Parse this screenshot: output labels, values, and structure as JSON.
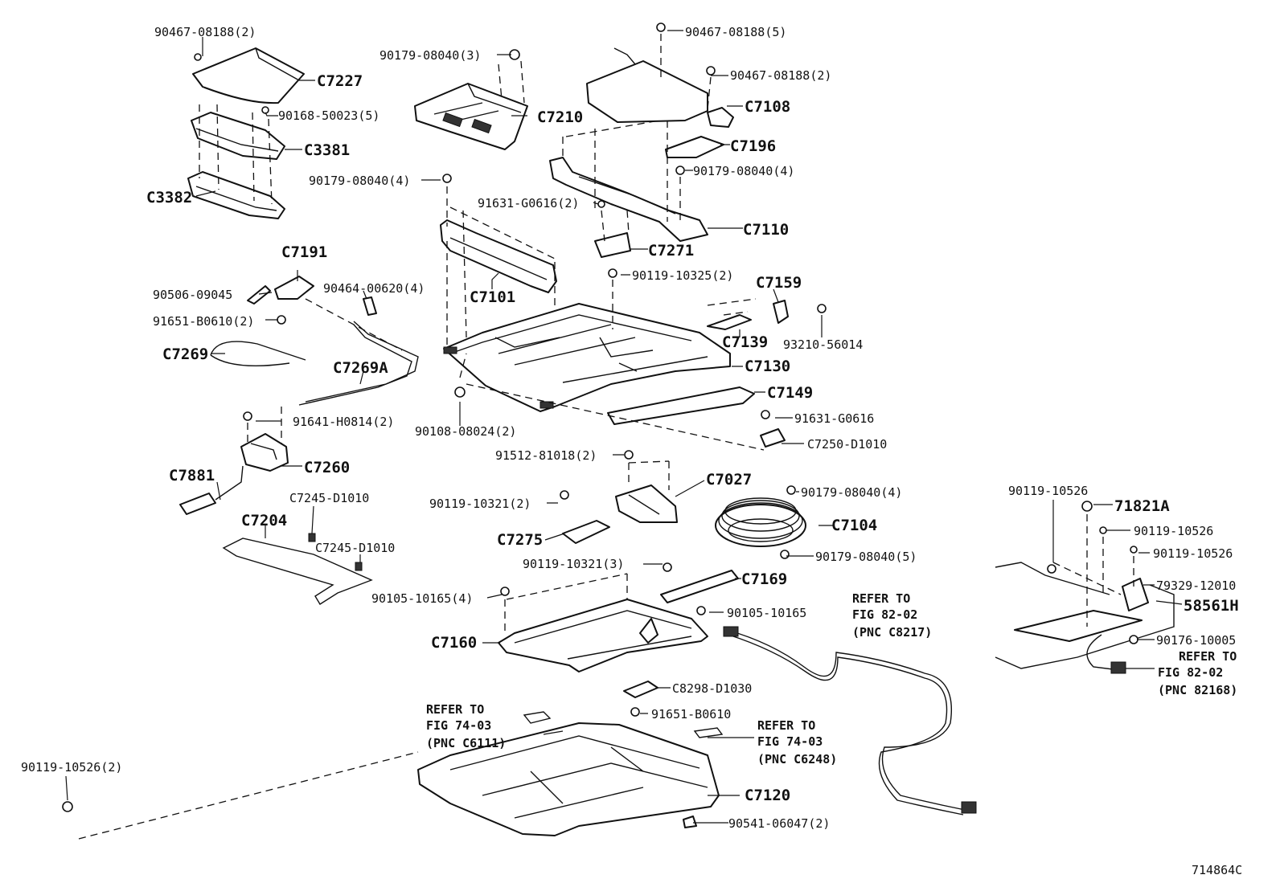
{
  "diagram": {
    "figure_id": "714864C",
    "labels": {
      "l_90467_08188_2a": "90467-08188(2)",
      "l_C7227": "C7227",
      "l_90168_50023_5": "90168-50023(5)",
      "l_C3381": "C3381",
      "l_C3382": "C3382",
      "l_90179_08040_3": "90179-08040(3)",
      "l_C7210": "C7210",
      "l_90179_08040_4a": "90179-08040(4)",
      "l_90467_08188_5": "90467-08188(5)",
      "l_90467_08188_2b": "90467-08188(2)",
      "l_C7108": "C7108",
      "l_C7196": "C7196",
      "l_90179_08040_4b": "90179-08040(4)",
      "l_91631_G0616_2": "91631-G0616(2)",
      "l_C7110": "C7110",
      "l_C7271": "C7271",
      "l_C7191": "C7191",
      "l_90506_09045": "90506-09045",
      "l_90464_00620_4": "90464-00620(4)",
      "l_C7101": "C7101",
      "l_90119_10325_2": "90119-10325(2)",
      "l_C7159": "C7159",
      "l_91651_B0610_2": "91651-B0610(2)",
      "l_C7139": "C7139",
      "l_93210_56014": "93210-56014",
      "l_C7269": "C7269",
      "l_C7269A": "C7269A",
      "l_C7130": "C7130",
      "l_C7149": "C7149",
      "l_91641_H0814_2": "91641-H0814(2)",
      "l_91631_G0616": "91631-G0616",
      "l_90108_08024_2": "90108-08024(2)",
      "l_C7250_D1010": "C7250-D1010",
      "l_C7260": "C7260",
      "l_91512_81018_2": "91512-81018(2)",
      "l_C7881": "C7881",
      "l_C7027": "C7027",
      "l_90179_08040_4c": "90179-08040(4)",
      "l_C7245_D1010a": "C7245-D1010",
      "l_90119_10321_2": "90119-10321(2)",
      "l_C7204": "C7204",
      "l_C7104": "C7104",
      "l_C7275": "C7275",
      "l_C7245_D1010b": "C7245-D1010",
      "l_90179_08040_5": "90179-08040(5)",
      "l_90119_10321_3": "90119-10321(3)",
      "l_C7169": "C7169",
      "l_90105_10165_4": "90105-10165(4)",
      "l_90105_10165": "90105-10165",
      "l_C7160": "C7160",
      "l_C8298_D1030": "C8298-D1030",
      "l_91651_B0610": "91651-B0610",
      "l_C7120": "C7120",
      "l_90541_06047_2": "90541-06047(2)",
      "l_90119_10526_2": "90119-10526(2)",
      "l_90119_10526_a": "90119-10526",
      "l_71821A": "71821A",
      "l_90119_10526_b": "90119-10526",
      "l_90119_10526_c": "90119-10526",
      "l_79329_12010": "79329-12010",
      "l_58561H": "58561H",
      "l_90176_10005": "90176-10005"
    },
    "refer_blocks": {
      "r1": [
        "REFER TO",
        "FIG 82-02",
        "(PNC C8217)"
      ],
      "r2": [
        "REFER TO",
        "FIG 74-03",
        "(PNC C6111)"
      ],
      "r3": [
        "REFER TO",
        "FIG 74-03",
        "(PNC C6248)"
      ],
      "r4": [
        "REFER TO",
        "FIG 82-02",
        "(PNC 82168)"
      ]
    }
  }
}
